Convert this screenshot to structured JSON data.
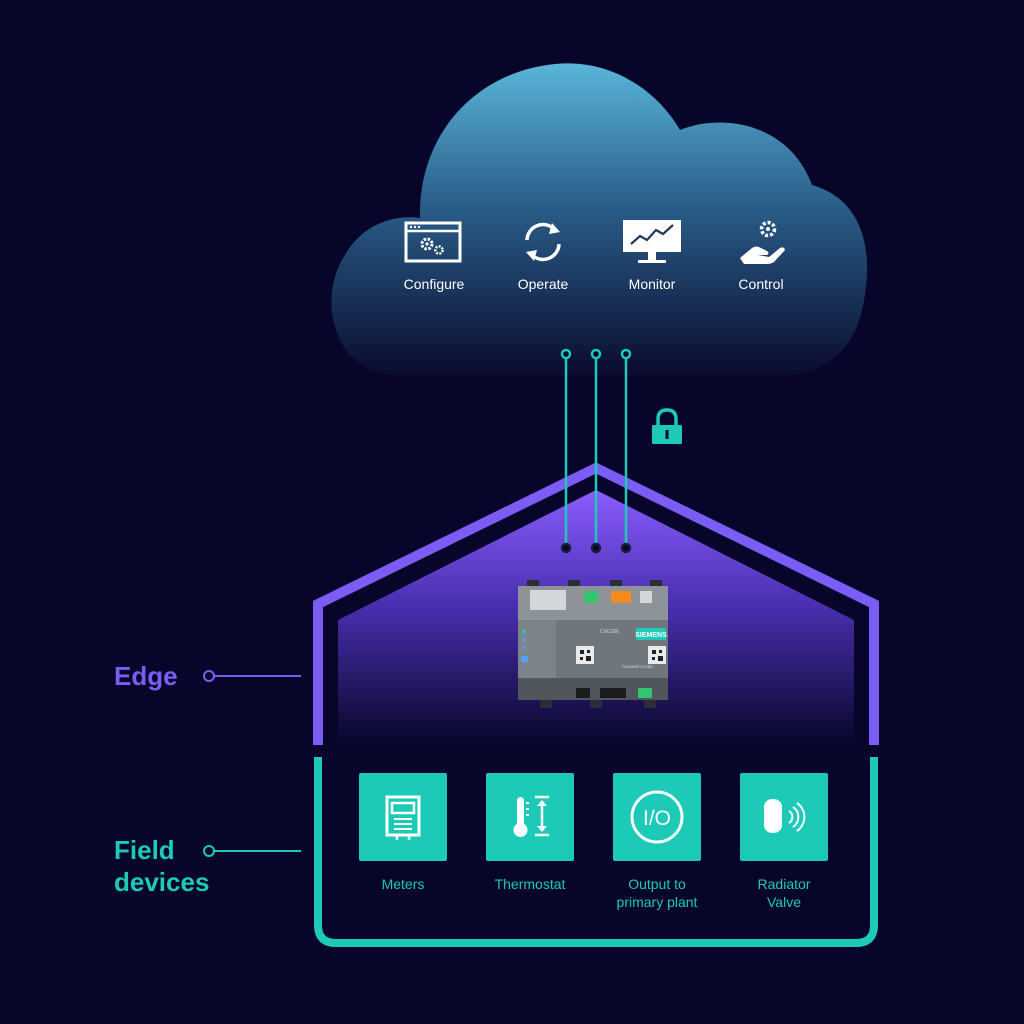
{
  "colors": {
    "background": "#07062a",
    "edge": "#7b5cf5",
    "field": "#1dc9b7",
    "cloud_top": "#5ab5d9",
    "cloud_bottom": "#0a0b2e",
    "white": "#ffffff"
  },
  "cloud": {
    "items": [
      {
        "label": "Configure",
        "icon": "settings-window-icon"
      },
      {
        "label": "Operate",
        "icon": "refresh-icon"
      },
      {
        "label": "Monitor",
        "icon": "monitor-chart-icon"
      },
      {
        "label": "Control",
        "icon": "hand-gear-icon"
      }
    ]
  },
  "secure_connection_icon": "lock-icon",
  "edge": {
    "label": "Edge",
    "device": {
      "brand": "SIEMENS",
      "model": "CXG300",
      "caption": "Actuation Code"
    }
  },
  "field_devices": {
    "label": "Field\ndevices",
    "items": [
      {
        "label": "Meters",
        "icon": "meter-icon"
      },
      {
        "label": "Thermostat",
        "icon": "thermostat-icon"
      },
      {
        "label": "Output to\nprimary plant",
        "icon": "io-icon",
        "icon_text": "I/O"
      },
      {
        "label": "Radiator\nValve",
        "icon": "radiator-valve-icon"
      }
    ]
  }
}
